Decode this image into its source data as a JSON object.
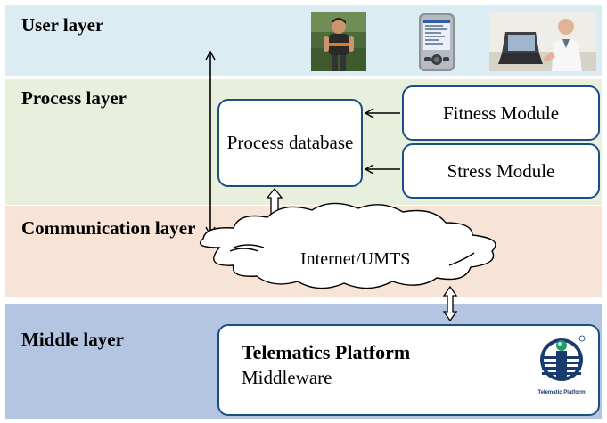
{
  "layers": {
    "user": "User layer",
    "process": "Process layer",
    "communication": "Communication layer",
    "middle": "Middle layer"
  },
  "process_database": "Process database",
  "fitness_module": "Fitness Module",
  "stress_module": "Stress Module",
  "network": "Internet/UMTS",
  "platform": {
    "title": "Telematics Platform",
    "subtitle": "Middleware",
    "logo_text": "Telematic Platform"
  },
  "colors": {
    "user_band": "#dcecf3",
    "process_band": "#e8efdc",
    "communication_band": "#f8e3d7",
    "middle_band": "#b3c5e1",
    "box_border": "#1a4f85"
  },
  "icons": [
    "runner-avatar-image",
    "pda-device-image",
    "doctor-laptop-image",
    "telematic-platform-logo"
  ]
}
